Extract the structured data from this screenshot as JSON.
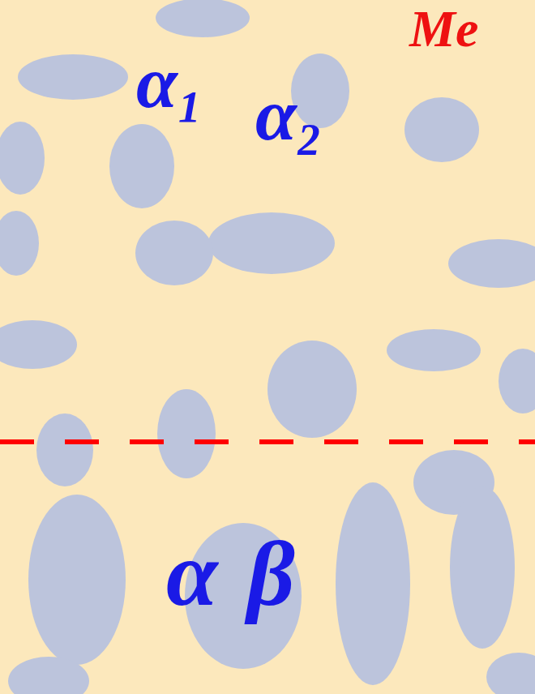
{
  "diagram": {
    "labels": [
      "Me",
      "α₁",
      "α₂",
      "α",
      "β"
    ]
  }
}
